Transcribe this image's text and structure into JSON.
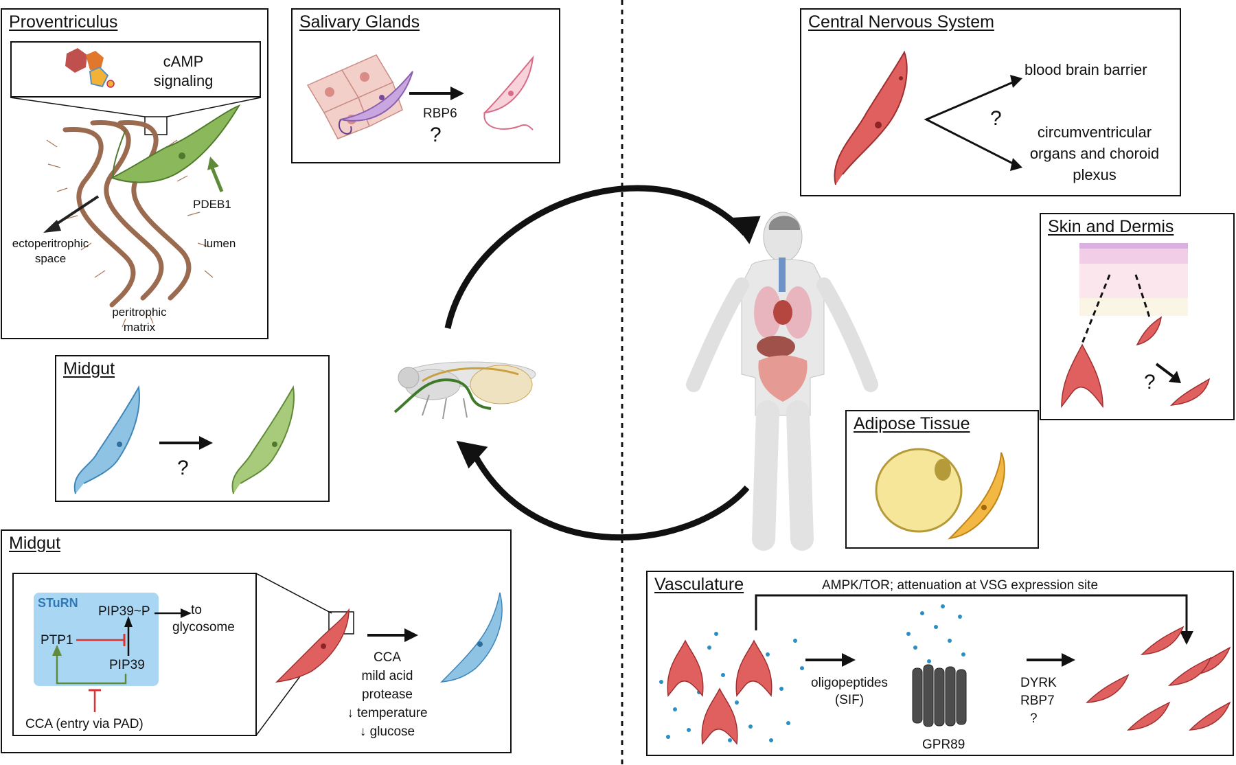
{
  "colors": {
    "procyclic_green": "#8bb85a",
    "bloodstream_red": "#e0605f",
    "metacyclic_pink": "#f1b7c6",
    "stumpy_blue": "#8ec3e4",
    "adipose_yellow": "#f5e69a",
    "sturn_bg": "#a9d6f2",
    "sturn_text": "#2f78b7",
    "inhibit_red": "#e03030",
    "activate_green": "#5f8a3a",
    "membrane_wall": "#9b6b50",
    "gpr89_gray": "#4d4d4d",
    "dot_blue": "#2a8fc4"
  },
  "proventriculus": {
    "title": "Proventriculus",
    "inset_text": "cAMP signaling",
    "pdeb1": "PDEB1",
    "ecto": "ectoperitrophic space",
    "lumen": "lumen",
    "peritrophic": "peritrophic matrix"
  },
  "salivary": {
    "title": "Salivary Glands",
    "rbp6": "RBP6",
    "q": "?"
  },
  "cns": {
    "title": "Central Nervous System",
    "bbb": "blood brain barrier",
    "q": "?",
    "cvo": "circumventricular organs and choroid plexus"
  },
  "skin": {
    "title": "Skin and Dermis",
    "q": "?"
  },
  "midgut1": {
    "title": "Midgut",
    "q": "?"
  },
  "adipose": {
    "title": "Adipose Tissue"
  },
  "midgut2": {
    "title": "Midgut",
    "sturn": "STuRN",
    "pip39p": "PIP39~P",
    "to_glycosome": "to glycosome",
    "ptp1": "PTP1",
    "pip39": "PIP39",
    "cca_entry": "CCA (entry via PAD)",
    "triggers": [
      "CCA",
      "mild acid",
      "protease",
      "↓ temperature",
      "↓ glucose"
    ]
  },
  "vasculature": {
    "title": "Vasculature",
    "top_label": "AMPK/TOR; attenuation at VSG expression site",
    "oligo": "oligopeptides (SIF)",
    "gpr89": "GPR89",
    "dyrk": "DYRK",
    "rbp7": "RBP7",
    "q": "?"
  }
}
